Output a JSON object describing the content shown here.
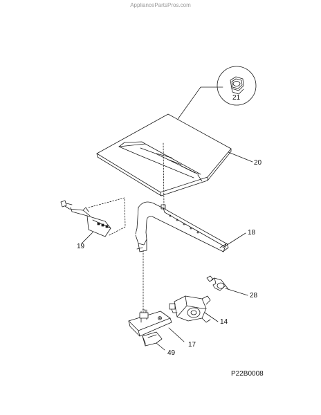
{
  "watermark": "AppliancePartsPros.com",
  "diagram_code": "P22B0008",
  "callouts": {
    "nut": "21",
    "burner_shield": "20",
    "burner_tube": "18",
    "igniter": "19",
    "fitting": "28",
    "valve": "14",
    "orifice_bracket": "17",
    "clip": "49"
  },
  "colors": {
    "line": "#1a1a1a",
    "text": "#111111",
    "watermark": "#9a9a9a"
  }
}
